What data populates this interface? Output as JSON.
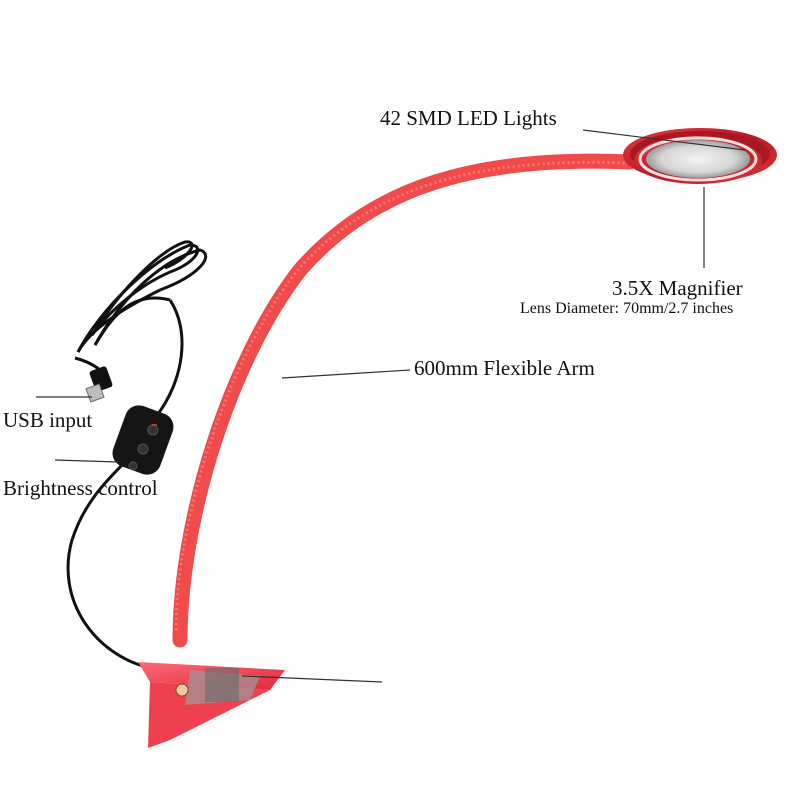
{
  "product_image": {
    "colors": {
      "arm": "#f04a4a",
      "ring": "#c8202a",
      "cable": "#111111",
      "leader_line": "#333333"
    },
    "labels": {
      "led_lights": "42 SMD LED Lights",
      "magnifier": "3.5X Magnifier",
      "lens_diameter": "Lens Diameter:  70mm/2.7 inches",
      "flexible_arm": "600mm Flexible Arm",
      "usb_input": "USB input",
      "brightness_control": "Brightness control"
    }
  }
}
